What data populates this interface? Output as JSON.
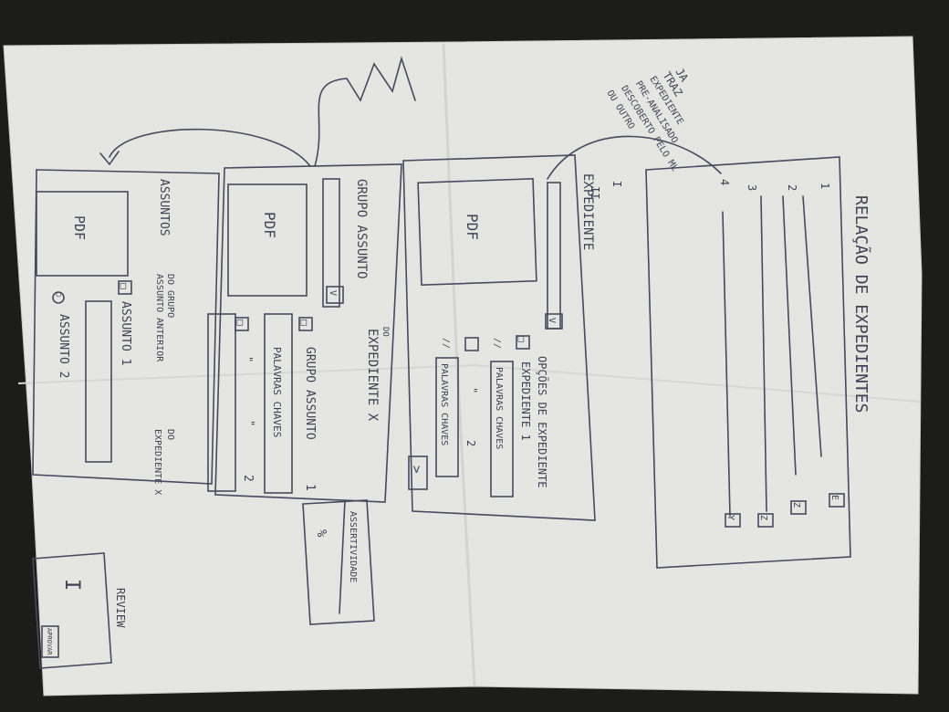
{
  "top_note": {
    "lines": [
      "JA",
      "TRAZ",
      "EXPEDIENTE",
      "PRE-ANALISADO",
      "DESCOBERTO PELO ML",
      "OU OUTRO"
    ],
    "numbers": [
      "I",
      "II"
    ]
  },
  "panel_list": {
    "title": "RELAÇÃO DE EXPEDIENTES",
    "row_numbers": [
      "1",
      "2",
      "3",
      "4"
    ],
    "button_labels": [
      "E",
      "Z",
      "Z",
      "Y"
    ]
  },
  "panel_expediente": {
    "title": "EXPEDIENTE",
    "pdf_label": "PDF",
    "dropdown_marker": "V",
    "options_title": "OPÇÕES DE EXPEDIENTE",
    "option1_label": "EXPEDIENTE 1",
    "option1_keywords": "PALAVRAS CHAVES",
    "option2_label": "2",
    "option2_keywords": "PALAVRAS CHAVES",
    "next_button": ">",
    "option_bullet": "□",
    "option1_quote_mark": "\"",
    "option_marker_glyph": "//"
  },
  "panel_grupo": {
    "title_main": "GRUPO ASSUNTO",
    "title_sub": "DO",
    "title_tail": "EXPEDIENTE X",
    "pdf_label": "PDF",
    "dropdown_marker": "V",
    "option1_label": "GRUPO ASSUNTO",
    "option1_number": "1",
    "option1_keywords": "PALAVRAS CHAVES",
    "option2_prefix": "\"",
    "option2_mid": "\"",
    "option2_number": "2",
    "option_bullet": "□"
  },
  "panel_assunto": {
    "title_main": "ASSUNTOS",
    "title_group": "DO GRUPO",
    "title_group_sub": "ASSUNTO ANTERIOR",
    "title_exp": "DO",
    "title_exp_sub": "EXPEDIENTE X",
    "pdf_label": "PDF",
    "option1_label": "ASSUNTO 1",
    "option2_label": "ASSUNTO 2",
    "option1_bullet": "□",
    "option2_bullet": "○"
  },
  "assertividade": {
    "label": "ASSERTIVIDADE",
    "value": "%"
  },
  "review": {
    "label": "REVIEW",
    "button_label": "APROVAR",
    "icon_glyph": "I"
  },
  "colors": {
    "paper": "#e6e6e2",
    "ink": "#3e4356",
    "background": "#1c1d1a"
  }
}
